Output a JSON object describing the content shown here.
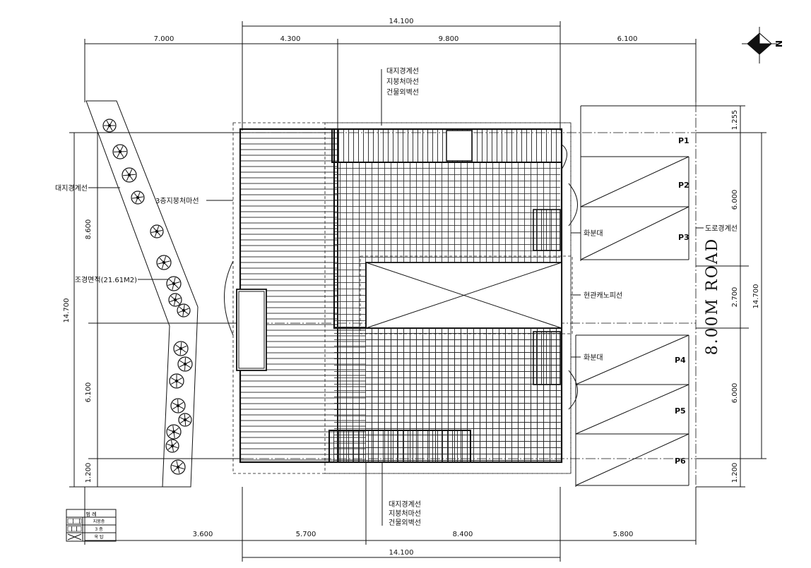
{
  "dimensions": {
    "top_total": "14.100",
    "top": [
      "7.000",
      "4.300",
      "9.800",
      "6.100"
    ],
    "bottom": [
      "3.600",
      "5.700",
      "8.400",
      "5.800"
    ],
    "bottom_total": "14.100",
    "left_total": "14.700",
    "left": [
      "8.600",
      "6.100",
      "1.200"
    ],
    "right_total": "14.700",
    "right": [
      "1.255",
      "6.000",
      "2.700",
      "6.000",
      "1.200"
    ]
  },
  "labels": {
    "boundary_top": "대지경계선",
    "roof_edge_top": "지붕처마선",
    "outer_wall_top": "건물외벽선",
    "boundary_bottom": "대지경계선",
    "roof_edge_bottom": "지붕처마선",
    "outer_wall_bottom": "건물외벽선",
    "boundary_left": "대지경계선",
    "roof3_edge": "3층지붕처마선",
    "landscape_area": "조경면적(21.61M2)",
    "planter_top": "화분대",
    "planter_bottom": "화분대",
    "canopy_line": "현관캐노피선",
    "road_boundary": "도로경계선",
    "road_name": "8.00M ROAD"
  },
  "parking": [
    "P1",
    "P2",
    "P3",
    "P4",
    "P5",
    "P6"
  ],
  "legend": {
    "title": "범 례",
    "rows": [
      "지붕층",
      "3 층",
      "옥 탑"
    ]
  },
  "north": {
    "letter": "N"
  }
}
